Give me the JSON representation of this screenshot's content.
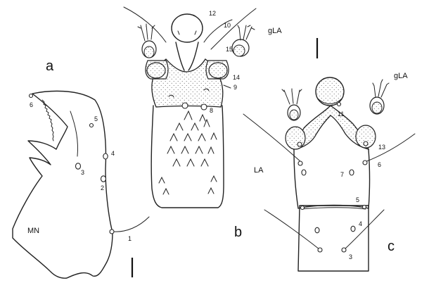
{
  "panels": {
    "a": {
      "letter": "a",
      "label_mn": "MN",
      "setae": [
        "1",
        "2",
        "3",
        "4",
        "5",
        "6"
      ]
    },
    "b": {
      "letter": "b",
      "label_gla": "gLA",
      "setae": [
        "8",
        "9",
        "10",
        "12",
        "14",
        "15"
      ]
    },
    "c": {
      "letter": "c",
      "label_gla": "gLA",
      "label_la": "LA",
      "setae": [
        "3",
        "4",
        "5",
        "6",
        "7",
        "11",
        "13"
      ]
    }
  }
}
